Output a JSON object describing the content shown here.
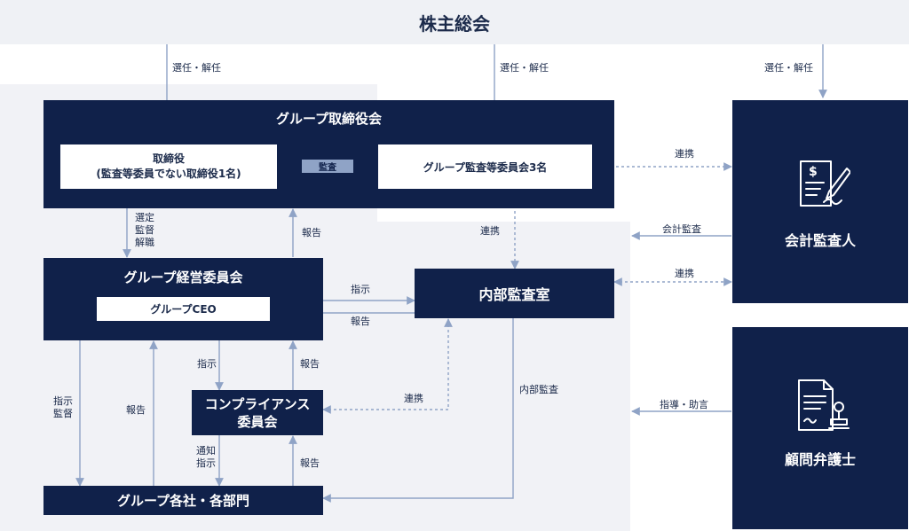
{
  "top": {
    "shareholders_meeting": "株主総会"
  },
  "boxes": {
    "group_board": "グループ取締役会",
    "directors_line1": "取締役",
    "directors_line2": "(監査等委員でない取締役1名)",
    "audit_committee": "グループ監査等委員会3名",
    "mgmt_committee": "グループ経営委員会",
    "ceo": "グループCEO",
    "internal_audit_office": "内部監査室",
    "compliance_line1": "コンプライアンス",
    "compliance_line2": "委員会",
    "group_companies": "グループ各社・各部門",
    "accounting_auditor": "会計監査人",
    "legal_advisor": "顧問弁護士"
  },
  "labels": {
    "elect_1": "選任・解任",
    "elect_2": "選任・解任",
    "elect_3": "選任・解任",
    "audit_badge": "監査",
    "link_auditor": "連携",
    "accounting_audit": "会計監査",
    "link_internal": "連携",
    "link_center": "連携",
    "select_l1": "選定",
    "select_l2": "監督",
    "select_l3": "解職",
    "report_board": "報告",
    "instruct_audit": "指示",
    "report_audit": "報告",
    "instruct_comp": "指示",
    "report_comp": "報告",
    "link_comp": "連携",
    "internal_audit": "内部監査",
    "guidance": "指導・助言",
    "instr_sup_1": "指示",
    "instr_sup_2": "監督",
    "report_left": "報告",
    "notice_1": "通知",
    "notice_2": "指示",
    "report_group": "報告"
  },
  "icons": [
    "document-pen-icon",
    "document-stamp-icon"
  ]
}
